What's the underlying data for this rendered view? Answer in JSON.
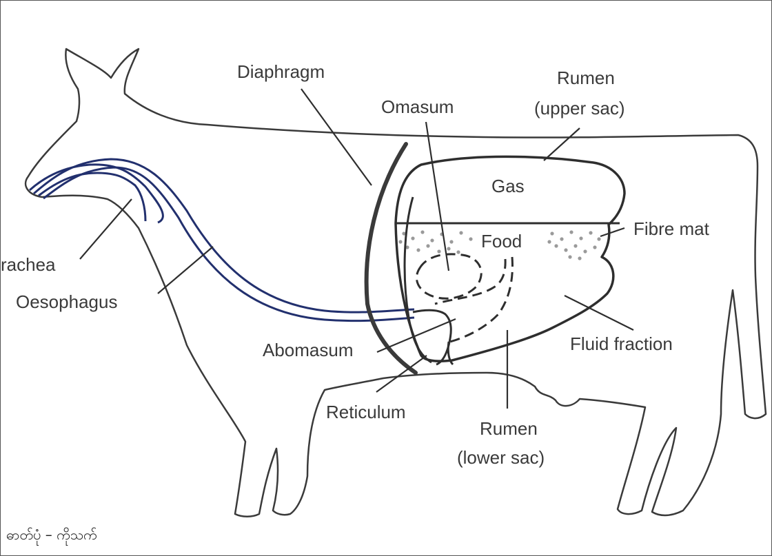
{
  "colors": {
    "outline": "#3a3a3a",
    "trachea_oesophagus": "#22306e",
    "food_dots": "#9a9a9a",
    "background": "#ffffff"
  },
  "labels": {
    "diaphragm": "Diaphragm",
    "omasum": "Omasum",
    "rumen_upper_line1": "Rumen",
    "rumen_upper_line2": "(upper sac)",
    "gas": "Gas",
    "food": "Food",
    "fibre_mat": "Fibre mat",
    "trachea": "rachea",
    "oesophagus": "Oesophagus",
    "abomasum": "Abomasum",
    "fluid_fraction": "Fluid fraction",
    "reticulum": "Reticulum",
    "rumen_lower_line1": "Rumen",
    "rumen_lower_line2": "(lower sac)"
  },
  "credit": "ဓာတ်ပုံ – ကိုသက်"
}
